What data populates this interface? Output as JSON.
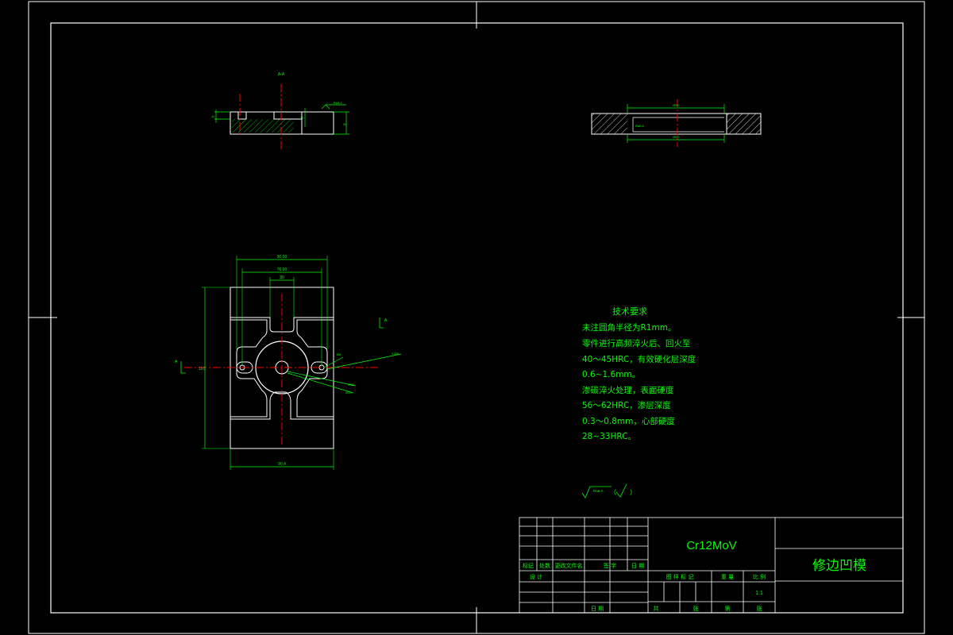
{
  "drawing": {
    "view_label": "A-A",
    "section_marks": {
      "a": "A",
      "a_right": "A"
    },
    "roughness_top": "Ra3.2",
    "dims_top": {
      "d1": "10",
      "d2": "30"
    },
    "dims_section_right": {
      "top": "Ø90",
      "bottom": "Ø53",
      "side": "Ra0.8"
    },
    "dims_main": {
      "top_outer": "90.00",
      "top_inner": "76.00",
      "top_small": "30",
      "bottom": "90.4",
      "left": "110",
      "leader1": "Ø8",
      "leader2": "2-Ø8",
      "leader3": "Ø33",
      "leader4": "Ø26"
    }
  },
  "tech": {
    "title": "技术要求",
    "lines": [
      "未注圆角半径为R1mm。",
      "零件进行高频淬火后、回火至",
      "40～45HRC，有效硬化层深度",
      "0.6~1.6mm。",
      "渗碳淬火处理，表面硬度",
      "56～62HRC，渗层深度",
      "0.3～0.8mm，心部硬度",
      "28~33HRC。"
    ],
    "roughness_label": "Ra6.4",
    "roughness_paren_open": "（",
    "roughness_paren_close": "）"
  },
  "titleblock": {
    "material": "Cr12MoV",
    "part_name": "修边凹模",
    "headers": [
      "标记",
      "处数",
      "更改文件名",
      "签 字",
      "日 期"
    ],
    "design": "设 计",
    "date_bottom": "日 期",
    "stage_labels": [
      "图 样 标 记",
      "重 量",
      "比 例"
    ],
    "scale": "1:1",
    "sheet_labels": [
      "共",
      "张",
      "第",
      "张"
    ]
  },
  "colors": {
    "background": "#000000",
    "frame": "#ffffff",
    "geometry": "#ffffff",
    "dimension": "#00ff00",
    "centerline": "#ff0000",
    "text": "#00ff00"
  }
}
